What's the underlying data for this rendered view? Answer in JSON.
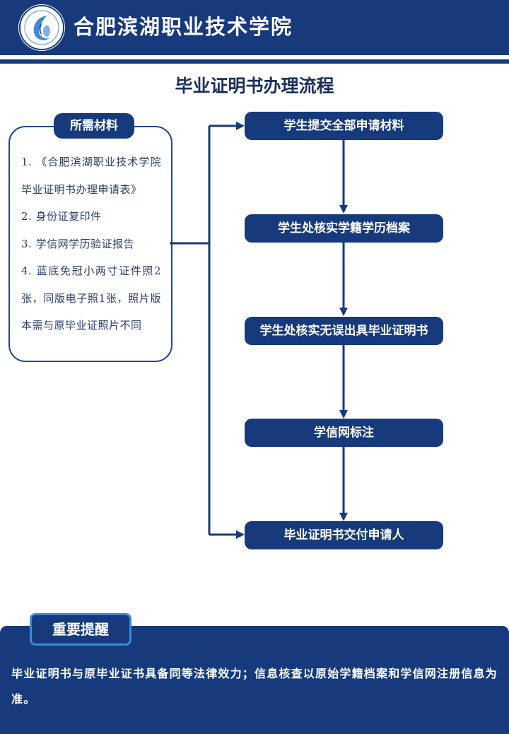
{
  "header": {
    "school_name": "合肥滨湖职业技术学院",
    "brand_color": "#163a7c"
  },
  "title": "毕业证明书办理流程",
  "materials": {
    "tag": "所需材料",
    "items": [
      "1. 《合肥滨湖职业技术学院毕业证明书办理申请表》",
      "2. 身份证复印件",
      "3. 学信网学历验证报告",
      "4. 蓝底免冠小两寸证件照2张，同版电子照1张，照片版本需与原毕业证照片不同"
    ]
  },
  "steps": [
    "学生提交全部申请材料",
    "学生处核实学籍学历档案",
    "学生处核实无误出具毕业证明书",
    "学信网标注",
    "毕业证明书交付申请人"
  ],
  "notice": {
    "tag": "重要提醒",
    "text": "毕业证明书与原毕业证书具备同等法律效力；信息核查以原始学籍档案和学信网注册信息为准。"
  }
}
